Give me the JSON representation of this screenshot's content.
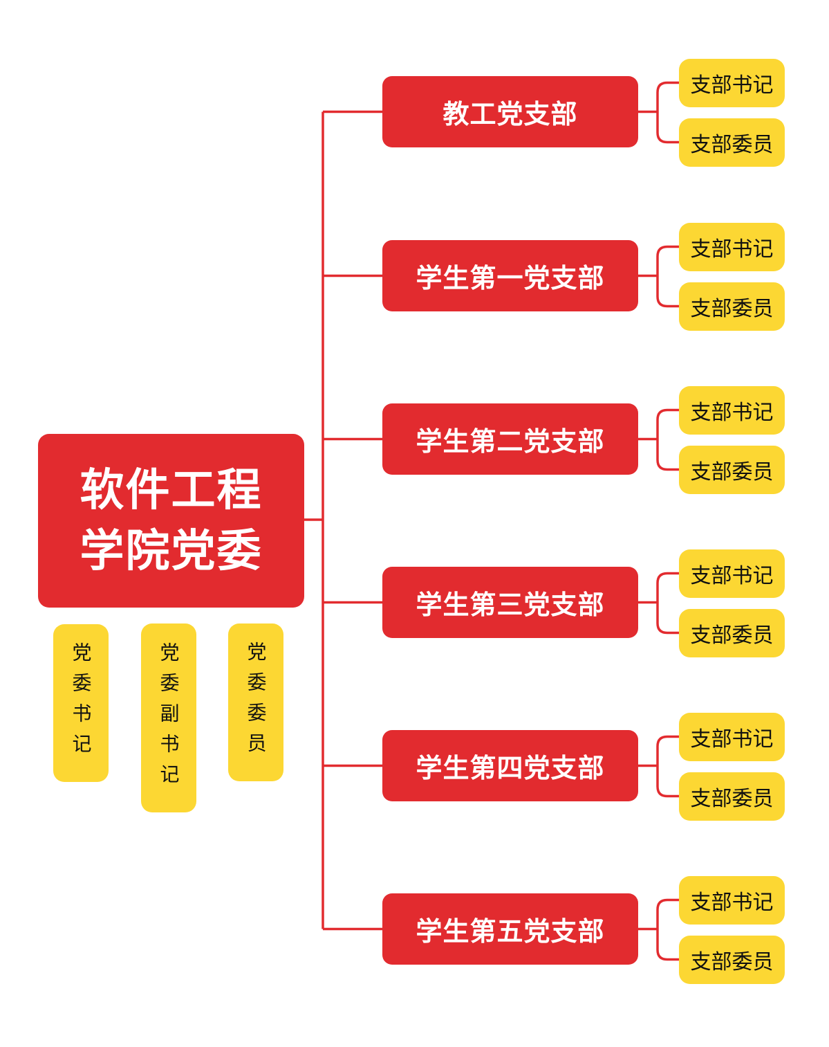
{
  "colors": {
    "primary_red": "#e22b2f",
    "secondary_yellow": "#fcd733",
    "connector": "#e22b2f"
  },
  "root": {
    "line1": "软件工程",
    "line2": "学院党委"
  },
  "committee_roles": [
    {
      "label": "党委书记"
    },
    {
      "label": "党委副书记"
    },
    {
      "label": "党委委员"
    }
  ],
  "branches": [
    {
      "name": "教工党支部",
      "members": [
        "支部书记",
        "支部委员"
      ]
    },
    {
      "name": "学生第一党支部",
      "members": [
        "支部书记",
        "支部委员"
      ]
    },
    {
      "name": "学生第二党支部",
      "members": [
        "支部书记",
        "支部委员"
      ]
    },
    {
      "name": "学生第三党支部",
      "members": [
        "支部书记",
        "支部委员"
      ]
    },
    {
      "name": "学生第四党支部",
      "members": [
        "支部书记",
        "支部委员"
      ]
    },
    {
      "name": "学生第五党支部",
      "members": [
        "支部书记",
        "支部委员"
      ]
    }
  ]
}
